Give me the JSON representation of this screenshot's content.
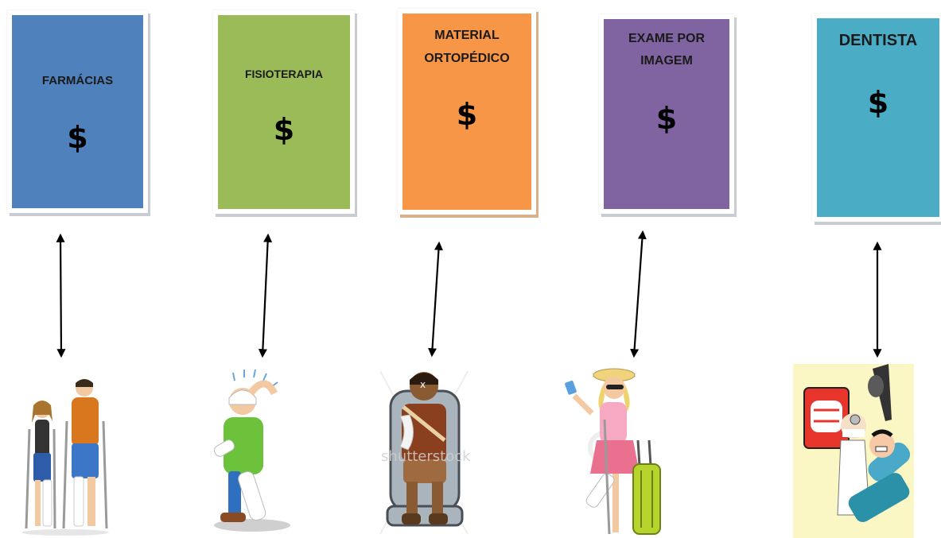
{
  "cards": [
    {
      "title": "FARMÁCIAS",
      "price": "$",
      "color": "#4f81bd"
    },
    {
      "title": "FISIOTERAPIA",
      "price": "$",
      "color": "#9bbb59"
    },
    {
      "title": "MATERIAL ORTOPÉDICO",
      "title_line1": "MATERIAL",
      "title_line2": "ORTOPÉDICO",
      "price": "$",
      "color": "#f79646"
    },
    {
      "title": "EXAME POR IMAGEM",
      "title_line1": "EXAME POR",
      "title_line2": "IMAGEM",
      "price": "$",
      "color": "#8064a2"
    },
    {
      "title": "DENTISTA",
      "price": "$",
      "color": "#4bacc6"
    }
  ],
  "illustrations": [
    {
      "icon": "couple-on-crutches-icon"
    },
    {
      "icon": "injured-man-bandaged-icon"
    },
    {
      "icon": "boy-arm-sling-wheelchair-icon"
    },
    {
      "icon": "woman-leg-cast-suitcase-icon"
    },
    {
      "icon": "dentist-patient-icon"
    }
  ],
  "watermark": "shutterstock",
  "arrow_style": "double-headed"
}
